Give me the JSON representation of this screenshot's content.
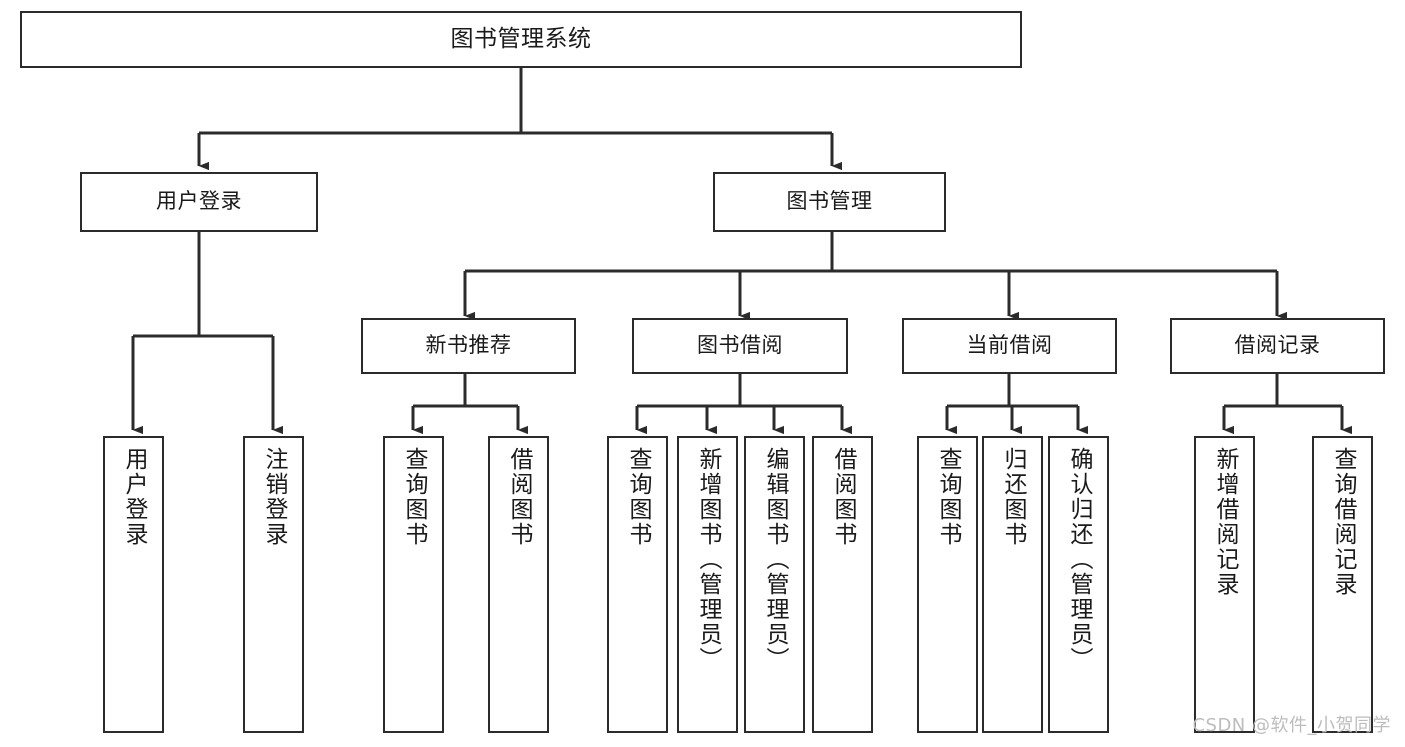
{
  "diagram": {
    "title": "图书管理系统",
    "type": "tree-hierarchy-chart",
    "line_color": "#2b2b2b",
    "box_fill": "#ffffff",
    "text_color": "#1a1a1a",
    "background": "#ffffff"
  },
  "nodes": {
    "root": {
      "label": "图书管理系统"
    },
    "level1": [
      {
        "label": "用户登录"
      },
      {
        "label": "图书管理"
      }
    ],
    "level2": [
      {
        "label": "新书推荐"
      },
      {
        "label": "图书借阅"
      },
      {
        "label": "当前借阅"
      },
      {
        "label": "借阅记录"
      }
    ],
    "leaves": {
      "user_login": [
        {
          "label": "用户登录"
        },
        {
          "label": "注销登录"
        }
      ],
      "new_book_recommend": [
        {
          "label": "查询图书"
        },
        {
          "label": "借阅图书"
        }
      ],
      "book_borrow": [
        {
          "label": "查询图书"
        },
        {
          "label": "新增图书（管理员）"
        },
        {
          "label": "编辑图书（管理员）"
        },
        {
          "label": "借阅图书"
        }
      ],
      "current_borrow": [
        {
          "label": "查询图书"
        },
        {
          "label": "归还图书"
        },
        {
          "label": "确认归还（管理员）"
        }
      ],
      "borrow_record": [
        {
          "label": "新增借阅记录"
        },
        {
          "label": "查询借阅记录"
        }
      ]
    }
  },
  "watermark": {
    "text": "CSDN @软件_小贺同学"
  },
  "chart_data": {
    "type": "table",
    "title": "图书管理系统",
    "hierarchy": [
      {
        "label": "图书管理系统",
        "children": [
          {
            "label": "用户登录",
            "children": [
              {
                "label": "用户登录"
              },
              {
                "label": "注销登录"
              }
            ]
          },
          {
            "label": "图书管理",
            "children": [
              {
                "label": "新书推荐",
                "children": [
                  {
                    "label": "查询图书"
                  },
                  {
                    "label": "借阅图书"
                  }
                ]
              },
              {
                "label": "图书借阅",
                "children": [
                  {
                    "label": "查询图书"
                  },
                  {
                    "label": "新增图书（管理员）"
                  },
                  {
                    "label": "编辑图书（管理员）"
                  },
                  {
                    "label": "借阅图书"
                  }
                ]
              },
              {
                "label": "当前借阅",
                "children": [
                  {
                    "label": "查询图书"
                  },
                  {
                    "label": "归还图书"
                  },
                  {
                    "label": "确认归还（管理员）"
                  }
                ]
              },
              {
                "label": "借阅记录",
                "children": [
                  {
                    "label": "新增借阅记录"
                  },
                  {
                    "label": "查询借阅记录"
                  }
                ]
              }
            ]
          }
        ]
      }
    ]
  }
}
